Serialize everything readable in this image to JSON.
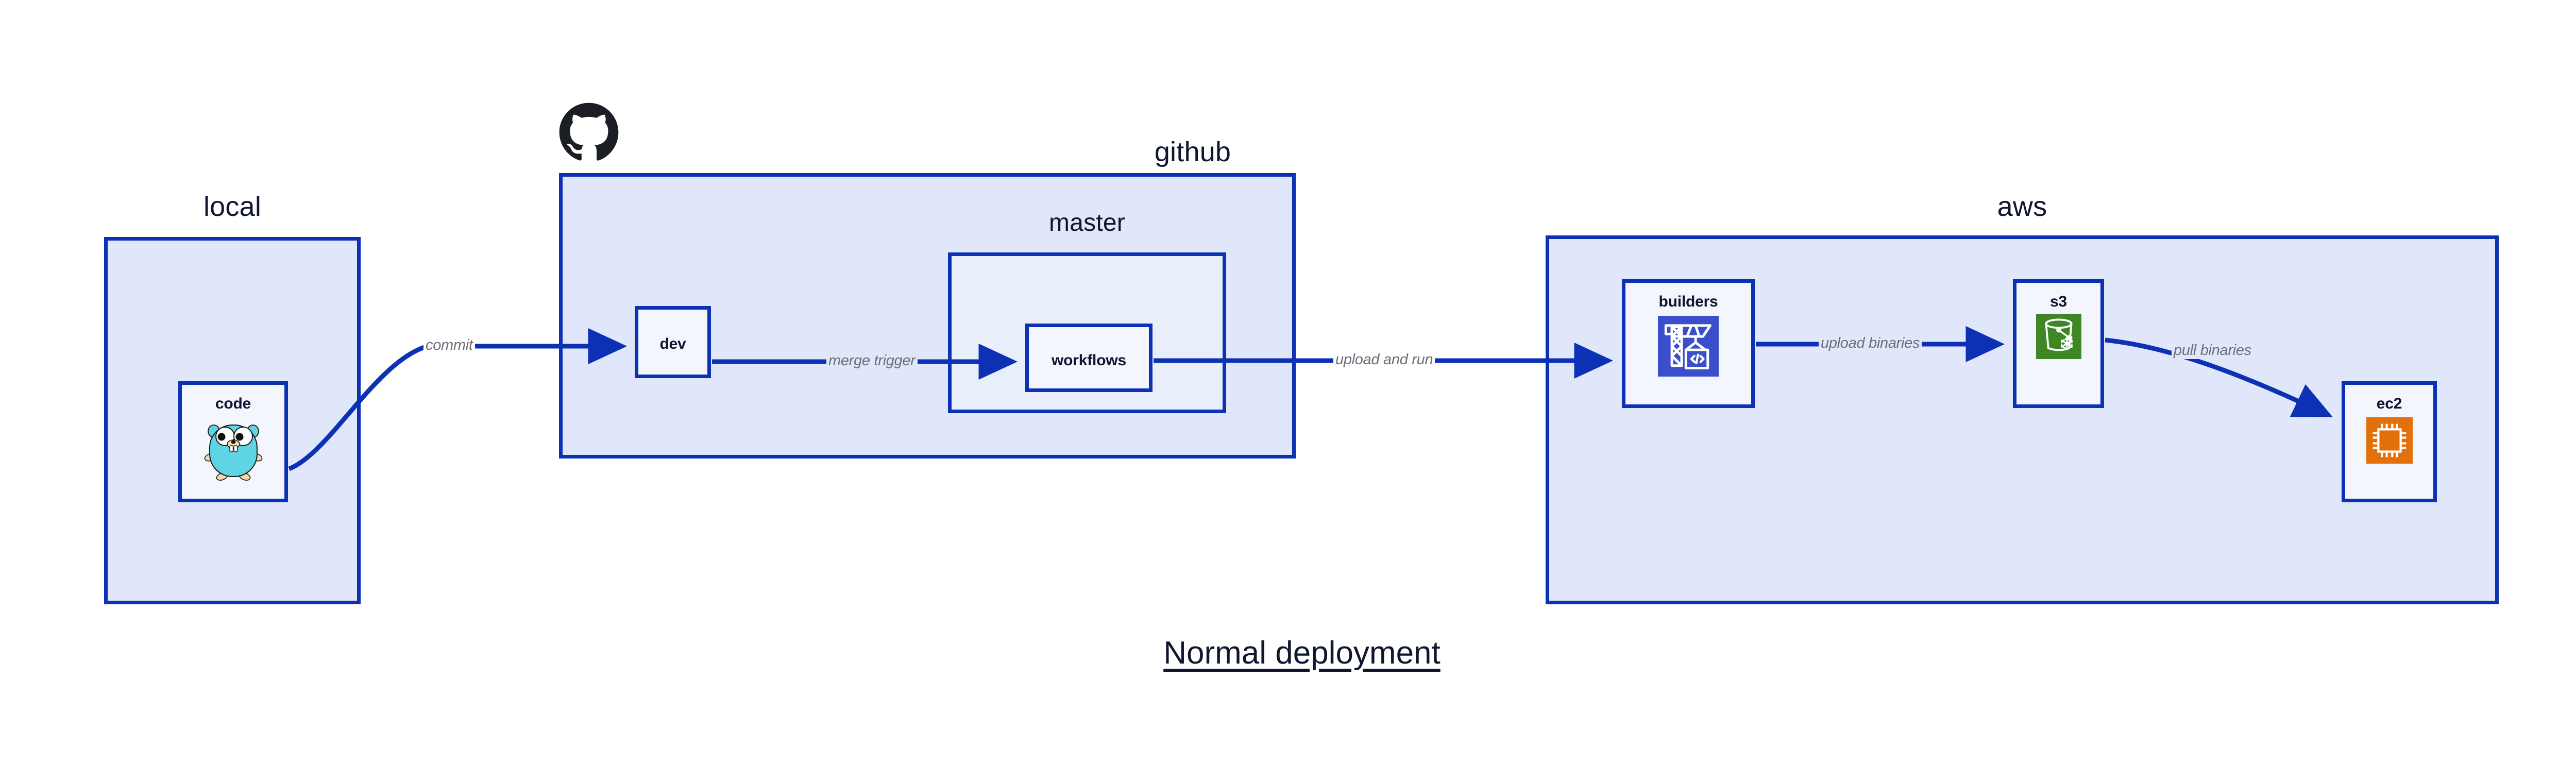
{
  "caption": "Normal deployment",
  "zones": [
    {
      "key": "local",
      "label": "local"
    },
    {
      "key": "github",
      "label": "github"
    },
    {
      "key": "aws",
      "label": "aws"
    }
  ],
  "subzones": [
    {
      "key": "master",
      "label": "master"
    }
  ],
  "nodes": [
    {
      "key": "code",
      "label": "code",
      "icon": "go-gopher-icon",
      "zone": "local"
    },
    {
      "key": "dev",
      "label": "dev",
      "icon": "none",
      "zone": "github"
    },
    {
      "key": "workflows",
      "label": "workflows",
      "icon": "none",
      "zone": "master"
    },
    {
      "key": "builders",
      "label": "builders",
      "icon": "crane-code-icon",
      "zone": "aws"
    },
    {
      "key": "s3",
      "label": "s3",
      "icon": "s3-bucket-icon",
      "zone": "aws"
    },
    {
      "key": "ec2",
      "label": "ec2",
      "icon": "cpu-chip-icon",
      "zone": "aws"
    }
  ],
  "edges": [
    {
      "key": "commit",
      "label": "commit",
      "from": "code",
      "to": "dev"
    },
    {
      "key": "merge-trigger",
      "label": "merge trigger",
      "from": "dev",
      "to": "workflows"
    },
    {
      "key": "upload-and-run",
      "label": "upload and run",
      "from": "workflows",
      "to": "builders"
    },
    {
      "key": "upload-binaries",
      "label": "upload binaries",
      "from": "builders",
      "to": "s3"
    },
    {
      "key": "pull-binaries",
      "label": "pull binaries",
      "from": "s3",
      "to": "ec2"
    }
  ],
  "logos": [
    {
      "key": "github-logo",
      "name": "github-octocat-logo"
    }
  ],
  "colors": {
    "zone_fill": "#e1e7fa",
    "subzone_fill": "#e9eefb",
    "node_fill": "#f4f6fe",
    "stroke": "#0d31b5",
    "edge_label": "#6e6e7a",
    "text": "#10162f",
    "s3_icon_bg": "#3f8624",
    "builders_icon_bg": "#3b4ecc",
    "ec2_icon_bg": "#e2700b",
    "gopher_body": "#5fd4e4"
  }
}
